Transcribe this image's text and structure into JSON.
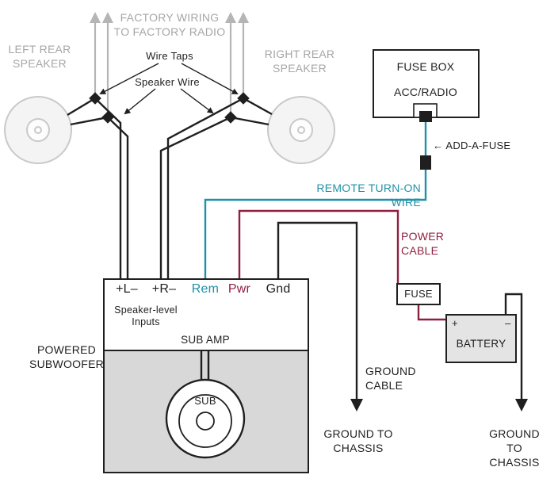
{
  "colors": {
    "ink": "#1f1f1f",
    "gray": "#a6a6a6",
    "teal": "#2191a9",
    "maroon": "#8e2040",
    "enclosure": "#d8d8d8",
    "batteryFill": "#e4e4e4",
    "speakerStroke": "#c9c9c9",
    "speakerFill": "#f4f4f4"
  },
  "labels": {
    "factory_wiring": "FACTORY WIRING\nTO FACTORY RADIO",
    "wire_taps": "Wire Taps",
    "speaker_wire": "Speaker Wire",
    "left_rear_speaker": "LEFT REAR\nSPEAKER",
    "right_rear_speaker": "RIGHT REAR\nSPEAKER",
    "remote_turn_on_wire": "REMOTE TURN-ON WIRE",
    "add_a_fuse": "← ADD-A-FUSE",
    "power_cable": "POWER\nCABLE",
    "ground_cable": "GROUND\nCABLE",
    "ground_to_chassis_left": "GROUND TO\nCHASSIS",
    "ground_to_chassis_right": "GROUND TO\nCHASSIS",
    "powered_subwoofer": "POWERED\nSUBWOOFER"
  },
  "fuse_box": {
    "title": "FUSE BOX",
    "slot": "ACC/RADIO"
  },
  "amp": {
    "terminals": [
      {
        "label": "+L–"
      },
      {
        "label": "+R–"
      },
      {
        "label": "Rem"
      },
      {
        "label": "Pwr"
      },
      {
        "label": "Gnd"
      }
    ],
    "speaker_level_inputs": "Speaker-level\nInputs",
    "name": "SUB AMP",
    "sub": "SUB"
  },
  "power_path": {
    "fuse": "FUSE",
    "battery": "BATTERY",
    "plus": "+",
    "minus": "–"
  }
}
